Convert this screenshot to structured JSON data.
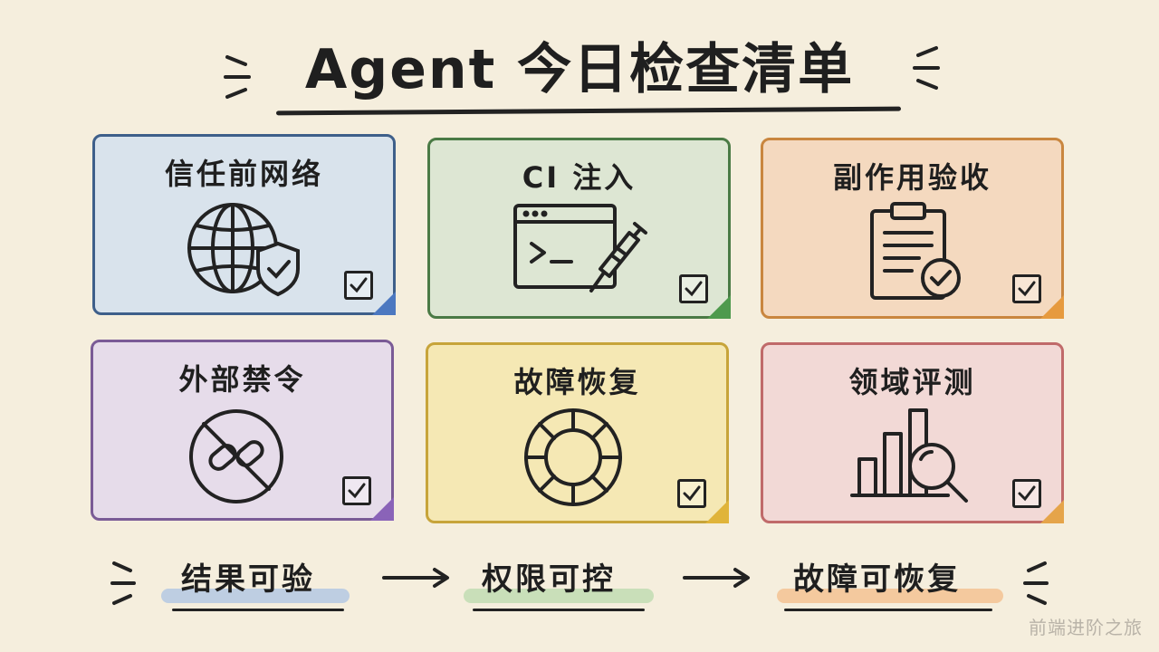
{
  "title": "Agent 今日检查清单",
  "cards": [
    {
      "label": "信任前网络",
      "icon": "globe-shield-icon",
      "bg": "#d9e3ec",
      "border": "#3e5f8a",
      "fold": "#4c78c0"
    },
    {
      "label": "CI 注入",
      "icon": "terminal-syringe-icon",
      "bg": "#dde6d3",
      "border": "#4a7a45",
      "fold": "#4f9a4d"
    },
    {
      "label": "副作用验收",
      "icon": "clipboard-check-icon",
      "bg": "#f4d9bf",
      "border": "#c9863f",
      "fold": "#e69a3e"
    },
    {
      "label": "外部禁令",
      "icon": "no-link-icon",
      "bg": "#e6dcea",
      "border": "#7a5b96",
      "fold": "#8a63b8"
    },
    {
      "label": "故障恢复",
      "icon": "lifebuoy-icon",
      "bg": "#f5e8b4",
      "border": "#c7a43a",
      "fold": "#e0b43a"
    },
    {
      "label": "领域评测",
      "icon": "chart-magnifier-icon",
      "bg": "#f2d9d6",
      "border": "#c06a6a",
      "fold": "#e5a44a"
    }
  ],
  "flow": [
    {
      "label": "结果可验",
      "highlight": "#8fb4e6"
    },
    {
      "label": "权限可控",
      "highlight": "#a4d49a"
    },
    {
      "label": "故障可恢复",
      "highlight": "#f3ab6a"
    }
  ],
  "watermark": "前端进阶之旅"
}
